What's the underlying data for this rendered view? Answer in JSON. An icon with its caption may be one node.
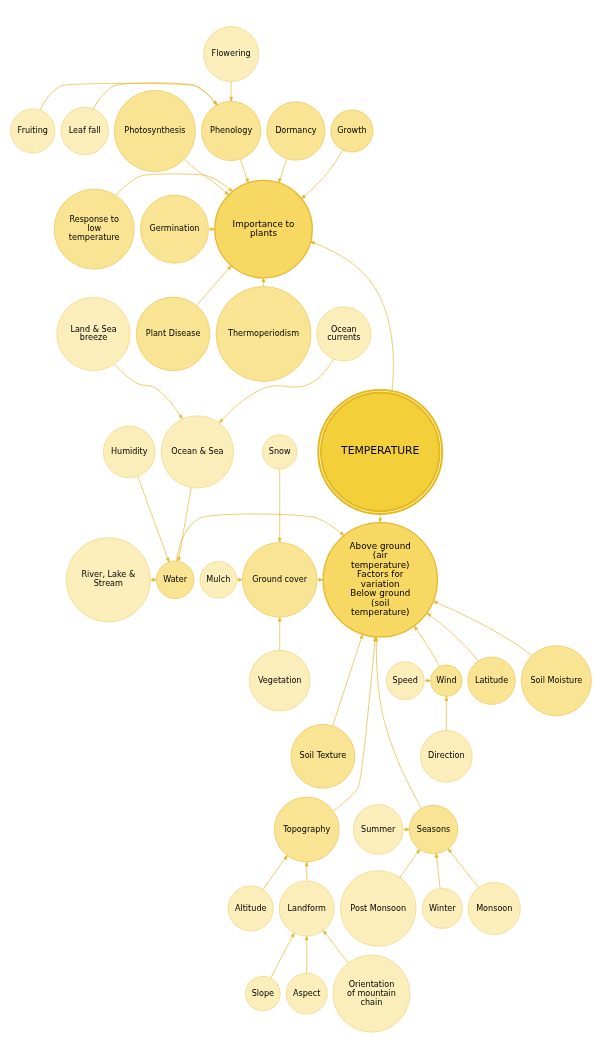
{
  "diagram": {
    "nodes": [
      {
        "text": [
          "Dormancy"
        ]
      },
      {
        "text": [
          "Growth"
        ]
      },
      {
        "text": [
          "Flowering"
        ]
      },
      {
        "text": [
          "Photosynthesis"
        ]
      },
      {
        "text": [
          "Phenology"
        ]
      },
      {
        "text": [
          "Leaf fall"
        ]
      },
      {
        "text": [
          "Importance to plants"
        ]
      },
      {
        "text": [
          "Fruiting"
        ]
      },
      {
        "text": [
          "Response to low temperature"
        ]
      },
      {
        "text": [
          "Germination"
        ]
      },
      {
        "text": [
          "Plant Disease"
        ]
      },
      {
        "text": [
          "Thermoperiodism"
        ]
      },
      {
        "text": [
          "TEMPERATURE"
        ]
      },
      {
        "text": [
          "Land & Sea breeze"
        ]
      },
      {
        "text": [
          "Ocean currents"
        ]
      },
      {
        "text": [
          "Ocean & Sea"
        ]
      },
      {
        "text": [
          "Humidity"
        ]
      },
      {
        "text": [
          "Latitude"
        ]
      },
      {
        "text": [
          "Soil Moisture"
        ]
      },
      {
        "text": [
          "Snow"
        ]
      },
      {
        "text": [
          "River, Lake & Stream"
        ]
      },
      {
        "text": [
          "Water"
        ]
      },
      {
        "text": [
          "Ground cover"
        ]
      },
      {
        "text": [
          "Mulch"
        ]
      },
      {
        "text": [
          "Above ground",
          "(air temperature)",
          "Factors for variation",
          "Below ground",
          "(soil temperature)"
        ]
      },
      {
        "text": [
          "Vegetation"
        ]
      },
      {
        "text": [
          "Speed"
        ]
      },
      {
        "text": [
          "Wind"
        ]
      },
      {
        "text": [
          "Soil Texture"
        ]
      },
      {
        "text": [
          "Direction"
        ]
      },
      {
        "text": [
          "Slope"
        ]
      },
      {
        "text": [
          "Landform"
        ]
      },
      {
        "text": [
          "Topography"
        ]
      },
      {
        "text": [
          "Seasons"
        ]
      },
      {
        "text": [
          "Summer"
        ]
      },
      {
        "text": [
          "Aspect"
        ]
      },
      {
        "text": [
          "Altitude"
        ]
      },
      {
        "text": [
          "Winter"
        ]
      },
      {
        "text": [
          "Monsoon"
        ]
      },
      {
        "text": [
          "Orientation of mountain chain"
        ]
      },
      {
        "text": [
          "Post Monsoon"
        ]
      }
    ],
    "edges": [
      {
        "from": 0,
        "to": 6,
        "arrow": "to"
      },
      {
        "from": 1,
        "to": 6,
        "arrow": "to"
      },
      {
        "from": 2,
        "to": 4,
        "arrow": "to"
      },
      {
        "from": 5,
        "to": 4,
        "arrow": "to"
      },
      {
        "from": 7,
        "to": 4,
        "arrow": "to"
      },
      {
        "from": 3,
        "to": 6,
        "arrow": "to"
      },
      {
        "from": 4,
        "to": 6,
        "arrow": "to"
      },
      {
        "from": 8,
        "to": 6,
        "arrow": "to"
      },
      {
        "from": 9,
        "to": 6,
        "arrow": "to"
      },
      {
        "from": 10,
        "to": 6,
        "arrow": "to"
      },
      {
        "from": 11,
        "to": 6,
        "arrow": "to"
      },
      {
        "from": 12,
        "to": 6,
        "arrow": "to"
      },
      {
        "from": 12,
        "to": 24,
        "arrow": "to"
      },
      {
        "from": 13,
        "to": 15,
        "arrow": "to"
      },
      {
        "from": 14,
        "to": 15,
        "arrow": "to"
      },
      {
        "from": 15,
        "to": 21,
        "arrow": "to"
      },
      {
        "from": 16,
        "to": 21,
        "arrow": "to"
      },
      {
        "from": 20,
        "to": 21,
        "arrow": "to"
      },
      {
        "from": 17,
        "to": 24,
        "arrow": "to"
      },
      {
        "from": 18,
        "to": 24,
        "arrow": "to"
      },
      {
        "from": 19,
        "to": 22,
        "arrow": "to"
      },
      {
        "from": 23,
        "to": 22,
        "arrow": "to"
      },
      {
        "from": 25,
        "to": 22,
        "arrow": "to"
      },
      {
        "from": 21,
        "to": 24,
        "arrow": "to"
      },
      {
        "from": 22,
        "to": 24,
        "arrow": "to"
      },
      {
        "from": 26,
        "to": 27,
        "arrow": "to"
      },
      {
        "from": 29,
        "to": 27,
        "arrow": "to"
      },
      {
        "from": 27,
        "to": 24,
        "arrow": "to"
      },
      {
        "from": 28,
        "to": 24,
        "arrow": "to"
      },
      {
        "from": 30,
        "to": 31,
        "arrow": "to"
      },
      {
        "from": 35,
        "to": 31,
        "arrow": "to"
      },
      {
        "from": 39,
        "to": 31,
        "arrow": "to"
      },
      {
        "from": 31,
        "to": 32,
        "arrow": "to"
      },
      {
        "from": 36,
        "to": 32,
        "arrow": "to"
      },
      {
        "from": 32,
        "to": 24,
        "arrow": "to"
      },
      {
        "from": 34,
        "to": 33,
        "arrow": "to"
      },
      {
        "from": 37,
        "to": 33,
        "arrow": "to"
      },
      {
        "from": 38,
        "to": 33,
        "arrow": "to"
      },
      {
        "from": 40,
        "to": 33,
        "arrow": "to"
      },
      {
        "from": 33,
        "to": 24,
        "arrow": "to"
      }
    ]
  }
}
